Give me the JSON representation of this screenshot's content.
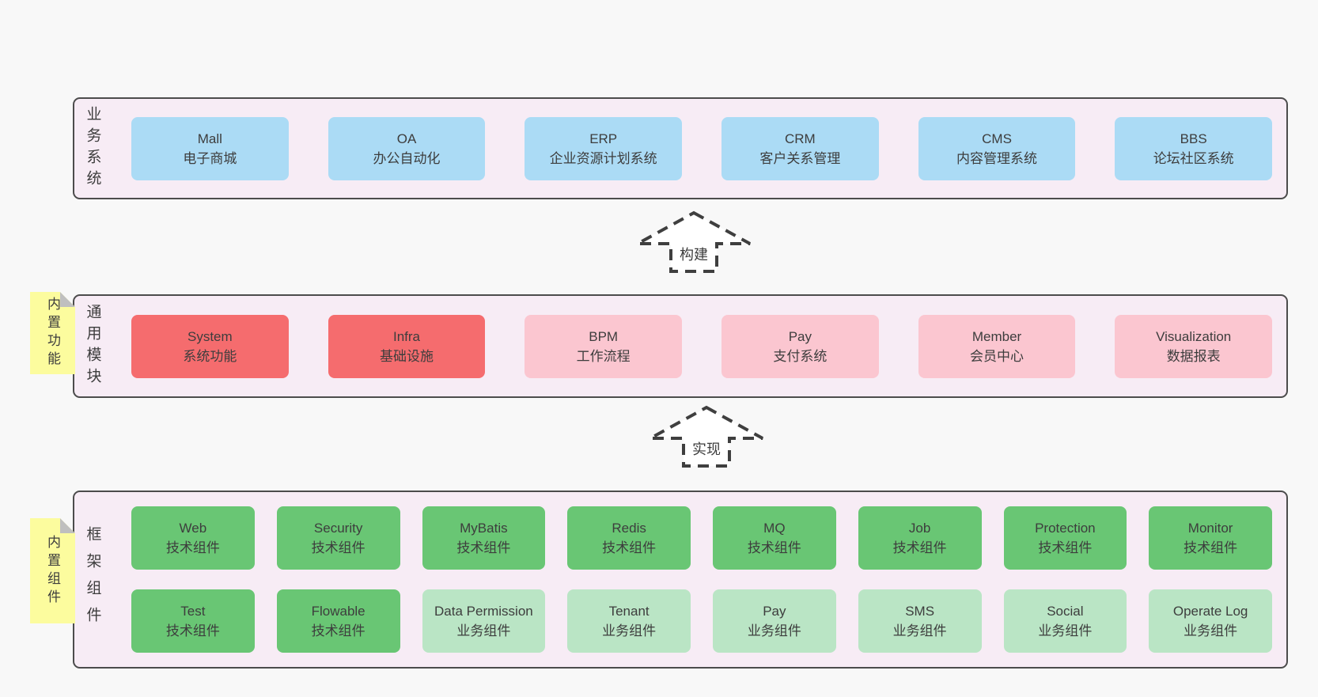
{
  "sections": [
    {
      "label": "业务系统",
      "boxes": [
        {
          "title": "Mall",
          "subtitle": "电子商城"
        },
        {
          "title": "OA",
          "subtitle": "办公自动化"
        },
        {
          "title": "ERP",
          "subtitle": "企业资源计划系统"
        },
        {
          "title": "CRM",
          "subtitle": "客户关系管理"
        },
        {
          "title": "CMS",
          "subtitle": "内容管理系统"
        },
        {
          "title": "BBS",
          "subtitle": "论坛社区系统"
        }
      ]
    },
    {
      "label": "通用模块",
      "note": "内置功能",
      "boxes": [
        {
          "title": "System",
          "subtitle": "系统功能"
        },
        {
          "title": "Infra",
          "subtitle": "基础设施"
        },
        {
          "title": "BPM",
          "subtitle": "工作流程"
        },
        {
          "title": "Pay",
          "subtitle": "支付系统"
        },
        {
          "title": "Member",
          "subtitle": "会员中心"
        },
        {
          "title": "Visualization",
          "subtitle": "数据报表"
        }
      ]
    },
    {
      "label": "框架组件",
      "note": "内置组件",
      "rows": [
        [
          {
            "title": "Web",
            "subtitle": "技术组件"
          },
          {
            "title": "Security",
            "subtitle": "技术组件"
          },
          {
            "title": "MyBatis",
            "subtitle": "技术组件"
          },
          {
            "title": "Redis",
            "subtitle": "技术组件"
          },
          {
            "title": "MQ",
            "subtitle": "技术组件"
          },
          {
            "title": "Job",
            "subtitle": "技术组件"
          },
          {
            "title": "Protection",
            "subtitle": "技术组件"
          },
          {
            "title": "Monitor",
            "subtitle": "技术组件"
          }
        ],
        [
          {
            "title": "Test",
            "subtitle": "技术组件"
          },
          {
            "title": "Flowable",
            "subtitle": "技术组件"
          },
          {
            "title": "Data Permission",
            "subtitle": "业务组件"
          },
          {
            "title": "Tenant",
            "subtitle": "业务组件"
          },
          {
            "title": "Pay",
            "subtitle": "业务组件"
          },
          {
            "title": "SMS",
            "subtitle": "业务组件"
          },
          {
            "title": "Social",
            "subtitle": "业务组件"
          },
          {
            "title": "Operate Log",
            "subtitle": "业务组件"
          }
        ]
      ]
    }
  ],
  "arrows": [
    {
      "label": "构建"
    },
    {
      "label": "实现"
    }
  ],
  "colors": {
    "page_background": "#f8f8f8",
    "container_fill": "#f7ecf5",
    "container_border": "#4c4c4c",
    "blue_box": "#abdbf5",
    "red_box": "#f56c6e",
    "pink_box": "#fbc6d0",
    "green_box": "#69c674",
    "light_green_box": "#bae5c5",
    "note_yellow": "#fcfc9e",
    "note_fold_gray": "#bfbfbf",
    "text": "#3d3d3d"
  }
}
